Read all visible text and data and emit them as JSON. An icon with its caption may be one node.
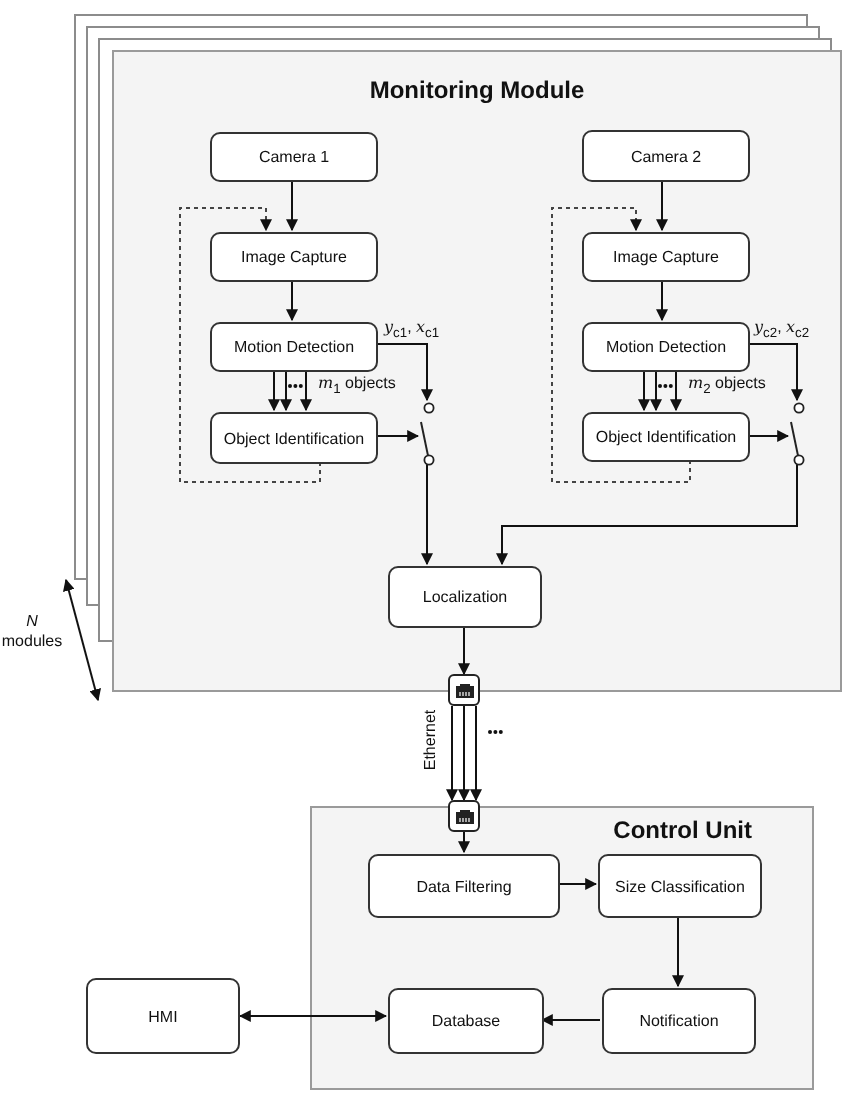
{
  "diagram": {
    "nodes": [
      {
        "text": [
          "Monitoring Module"
        ]
      },
      {
        "text": [
          "Camera 1"
        ],
        "in": 0
      },
      {
        "text": [
          "Image Capture"
        ],
        "in": 0
      },
      {
        "text": [
          "Motion Detection"
        ],
        "in": 0
      },
      {
        "text": [
          "Object Identification"
        ],
        "in": 0
      },
      {
        "text": [
          "Camera 2"
        ],
        "in": 0
      },
      {
        "text": [
          "Image Capture"
        ],
        "in": 0
      },
      {
        "text": [
          "Motion Detection"
        ],
        "in": 0
      },
      {
        "text": [
          "Object Identification"
        ],
        "in": 0
      },
      {
        "text": [],
        "shape": "switch",
        "in": 0
      },
      {
        "text": [],
        "shape": "switch",
        "in": 0
      },
      {
        "text": [
          "Localization"
        ],
        "in": 0
      },
      {
        "text": [],
        "shape": "port"
      },
      {
        "text": [],
        "shape": "port"
      },
      {
        "text": [
          "Control Unit"
        ]
      },
      {
        "text": [
          "Data Filtering"
        ],
        "in": 14
      },
      {
        "text": [
          "Size Classification"
        ],
        "in": 14
      },
      {
        "text": [
          "Notification"
        ],
        "in": 14
      },
      {
        "text": [
          "Database"
        ],
        "in": 14
      },
      {
        "text": [
          "HMI"
        ]
      }
    ],
    "edges": [
      {
        "from": 1,
        "to": 2,
        "arrow": "to"
      },
      {
        "from": 2,
        "to": 3,
        "arrow": "to"
      },
      {
        "from": 3,
        "to": 4,
        "arrow": "to"
      },
      {
        "from": 3,
        "to": 4,
        "arrow": "to"
      },
      {
        "from": 3,
        "to": 4,
        "arrow": "to",
        "label": "*m*$_{1}$ objects"
      },
      {
        "from": 4,
        "to": 2,
        "arrow": "to",
        "style": "dashed"
      },
      {
        "from": 3,
        "to": 9,
        "arrow": "to",
        "label": "*y*$_{c1}$, *x*$_{c1}$"
      },
      {
        "from": 4,
        "to": 9,
        "arrow": "to"
      },
      {
        "from": 5,
        "to": 6,
        "arrow": "to"
      },
      {
        "from": 6,
        "to": 7,
        "arrow": "to"
      },
      {
        "from": 7,
        "to": 8,
        "arrow": "to"
      },
      {
        "from": 7,
        "to": 8,
        "arrow": "to"
      },
      {
        "from": 7,
        "to": 8,
        "arrow": "to",
        "label": "*m*$_{2}$ objects"
      },
      {
        "from": 8,
        "to": 6,
        "arrow": "to",
        "style": "dashed"
      },
      {
        "from": 7,
        "to": 10,
        "arrow": "to",
        "label": "*y*$_{c2}$, *x*$_{c2}$"
      },
      {
        "from": 8,
        "to": 10,
        "arrow": "to"
      },
      {
        "from": 9,
        "to": 11,
        "arrow": "to"
      },
      {
        "from": 10,
        "to": 11,
        "arrow": "to"
      },
      {
        "from": 11,
        "to": 12,
        "arrow": "to"
      },
      {
        "from": 12,
        "to": 13,
        "arrow": "to",
        "label": "Ethernet"
      },
      {
        "from": 12,
        "to": 13,
        "arrow": "to"
      },
      {
        "from": 12,
        "to": 13,
        "arrow": "to"
      },
      {
        "from": 13,
        "to": 15,
        "arrow": "to"
      },
      {
        "from": 15,
        "to": 16,
        "arrow": "to"
      },
      {
        "from": 16,
        "to": 17,
        "arrow": "to"
      },
      {
        "from": 17,
        "to": 18,
        "arrow": "to"
      },
      {
        "from": 19,
        "to": 18,
        "arrow": "both"
      }
    ],
    "labels": [
      "*N* modules"
    ]
  }
}
